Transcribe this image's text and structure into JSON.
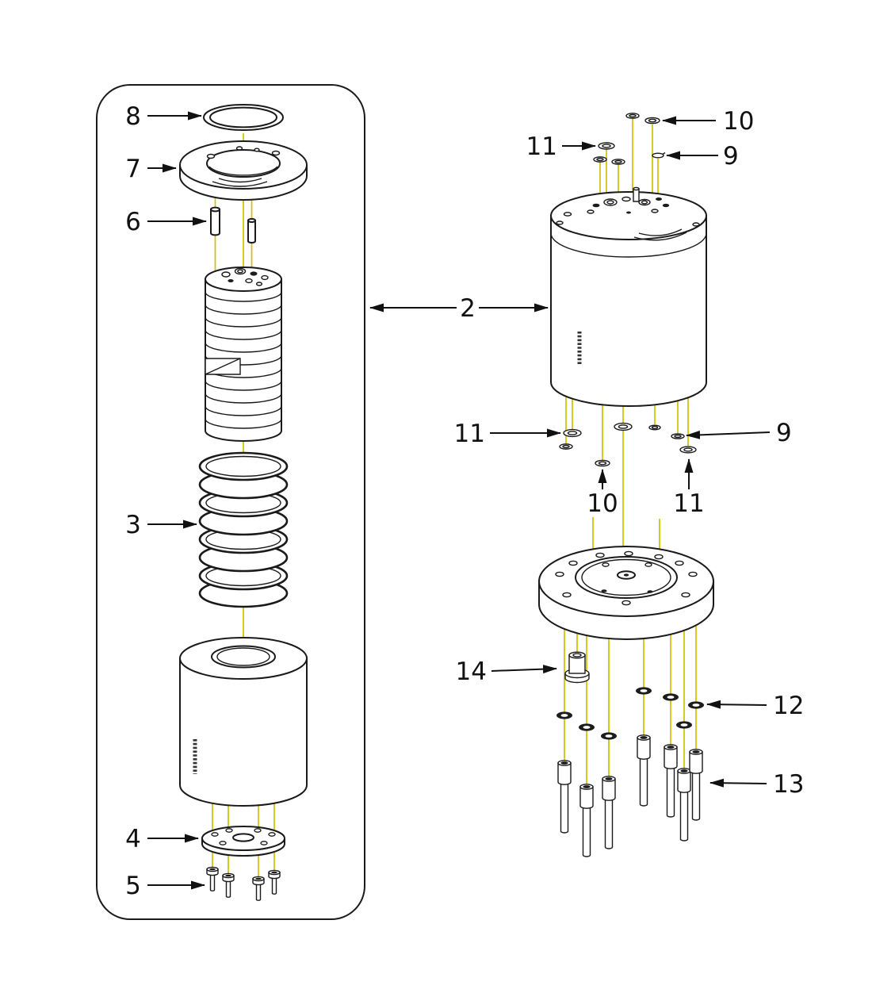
{
  "diagram": {
    "type": "exploded-parts-diagram",
    "background": "#ffffff",
    "colors": {
      "outline": "#1a1a1a",
      "centerline": "#d2c100",
      "callout_text": "#111111"
    },
    "callouts": [
      {
        "label": "8"
      },
      {
        "label": "7"
      },
      {
        "label": "6"
      },
      {
        "label": "3"
      },
      {
        "label": "4"
      },
      {
        "label": "5"
      },
      {
        "label": "2"
      },
      {
        "label": "10"
      },
      {
        "label": "11"
      },
      {
        "label": "9"
      },
      {
        "label": "11"
      },
      {
        "label": "9"
      },
      {
        "label": "10"
      },
      {
        "label": "11"
      },
      {
        "label": "14"
      },
      {
        "label": "12"
      },
      {
        "label": "13"
      }
    ]
  }
}
